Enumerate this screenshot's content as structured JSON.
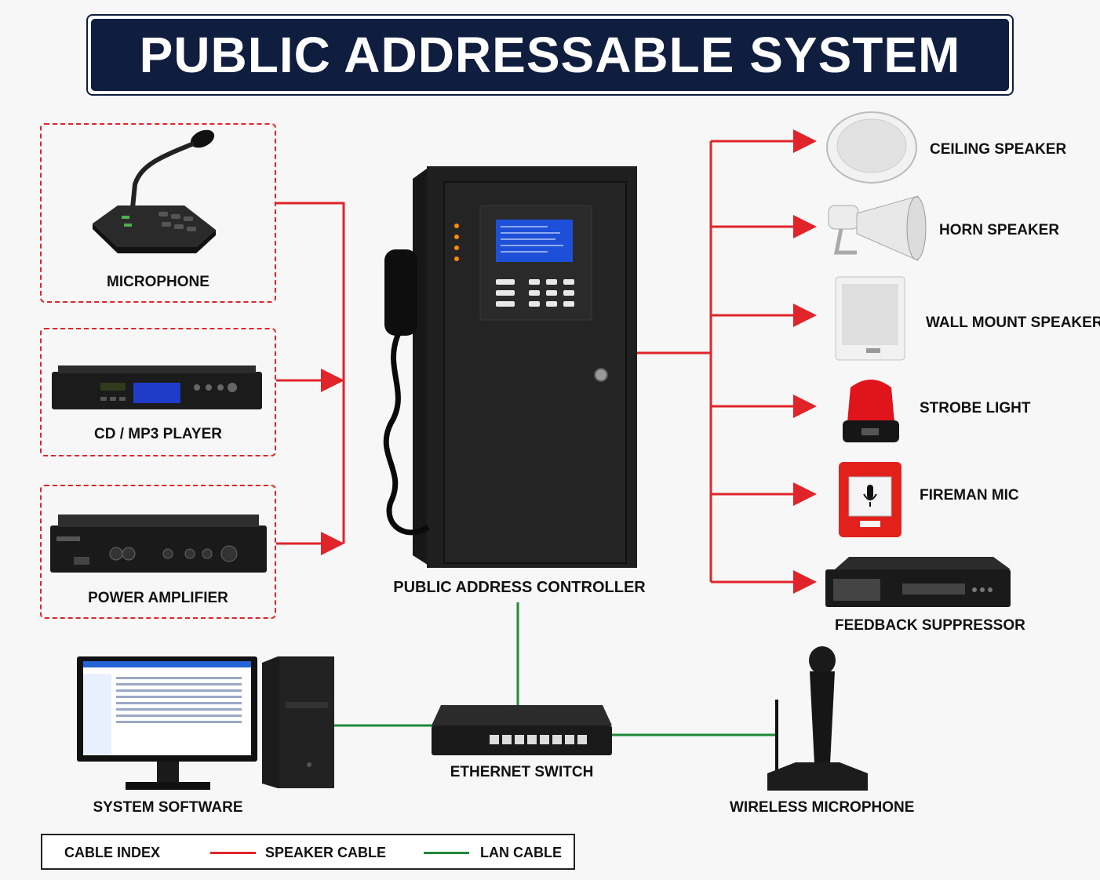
{
  "title": "PUBLIC ADDRESSABLE SYSTEM",
  "inputs": [
    {
      "name": "microphone",
      "label": "MICROPHONE"
    },
    {
      "name": "cd-mp3-player",
      "label": "CD / MP3 PLAYER"
    },
    {
      "name": "power-amplifier",
      "label": "POWER AMPLIFIER"
    }
  ],
  "controller": {
    "label": "PUBLIC ADDRESS CONTROLLER"
  },
  "outputs": [
    {
      "name": "ceiling-speaker",
      "label": "CEILING SPEAKER"
    },
    {
      "name": "horn-speaker",
      "label": "HORN SPEAKER"
    },
    {
      "name": "wall-mount-speaker",
      "label": "WALL MOUNT SPEAKER"
    },
    {
      "name": "strobe-light",
      "label": "STROBE LIGHT"
    },
    {
      "name": "fireman-mic",
      "label": "FIREMAN MIC"
    },
    {
      "name": "feedback-suppressor",
      "label": "FEEDBACK SUPPRESSOR"
    }
  ],
  "network": {
    "system_software": "SYSTEM SOFTWARE",
    "ethernet_switch": "ETHERNET SWITCH",
    "wireless_microphone": "WIRELESS MICROPHONE"
  },
  "legend": {
    "title": "CABLE INDEX",
    "speaker_cable": "SPEAKER CABLE",
    "lan_cable": "LAN CABLE"
  },
  "colors": {
    "speaker_cable": "#e0242a",
    "lan_cable": "#1f8a3a",
    "title_bg": "#0f1d3f"
  }
}
